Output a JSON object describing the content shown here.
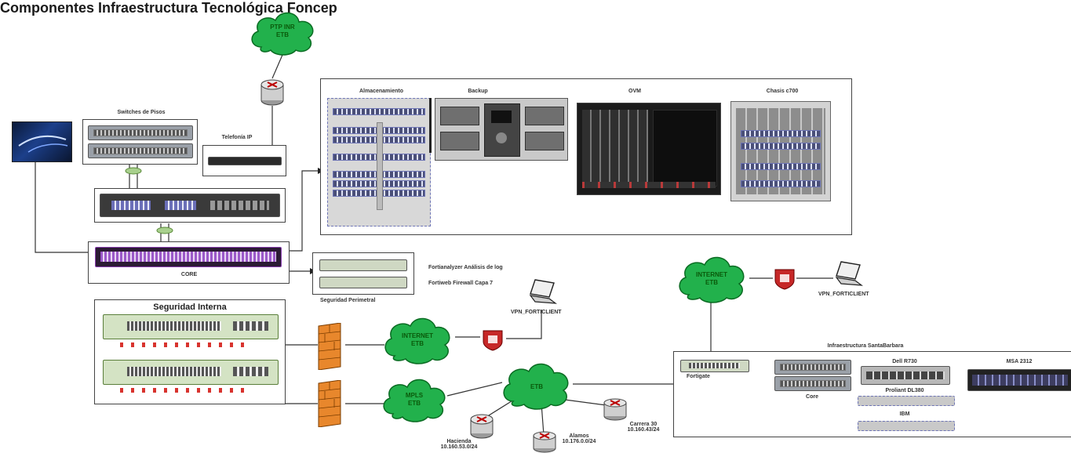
{
  "title": "Componentes Infraestructura Tecnológica Foncep",
  "clouds": {
    "top": [
      "PTP INR",
      "ETB"
    ],
    "internet_main": [
      "INTERNET",
      "ETB"
    ],
    "internet_right": [
      "INTERNET",
      "ETB"
    ],
    "mpls": [
      "MPLS",
      "ETB"
    ],
    "center": [
      "ETB",
      ""
    ]
  },
  "labels": {
    "almacenamiento": "Almacenamiento",
    "backup": "Backup",
    "ovm": "OVM",
    "chasis": "Chasis c700",
    "switches_piso": "Switches de Pisos",
    "telefonia_ip": "Telefonía IP",
    "core": "CORE",
    "seguridad_perimetral": "Seguridad Perimetral",
    "fortianalyzer": "Fortianalyzer Análisis de log",
    "fortiweb": "Fortiweb Firewall Capa 7",
    "seguridad_interna": "Seguridad Interna",
    "vpn_main": "VPN_FORTICLIENT",
    "vpn_right": "VPN_FORTICLIENT",
    "infra_santa": "Infraestructura SantaBarbara",
    "fortigate": "Fortigate",
    "core_sb": "Core",
    "dell": "Dell R730",
    "proliant": "Proliant DL380",
    "ibm": "IBM",
    "msa": "MSA 2312",
    "hacienda": "Hacienda",
    "hacienda_ip": "10.160.53.0/24",
    "alamos": "Alamos",
    "alamos_ip": "10.176.0.0/24",
    "carrera": "Carrera 30",
    "carrera_ip": "10.160.43/24"
  }
}
